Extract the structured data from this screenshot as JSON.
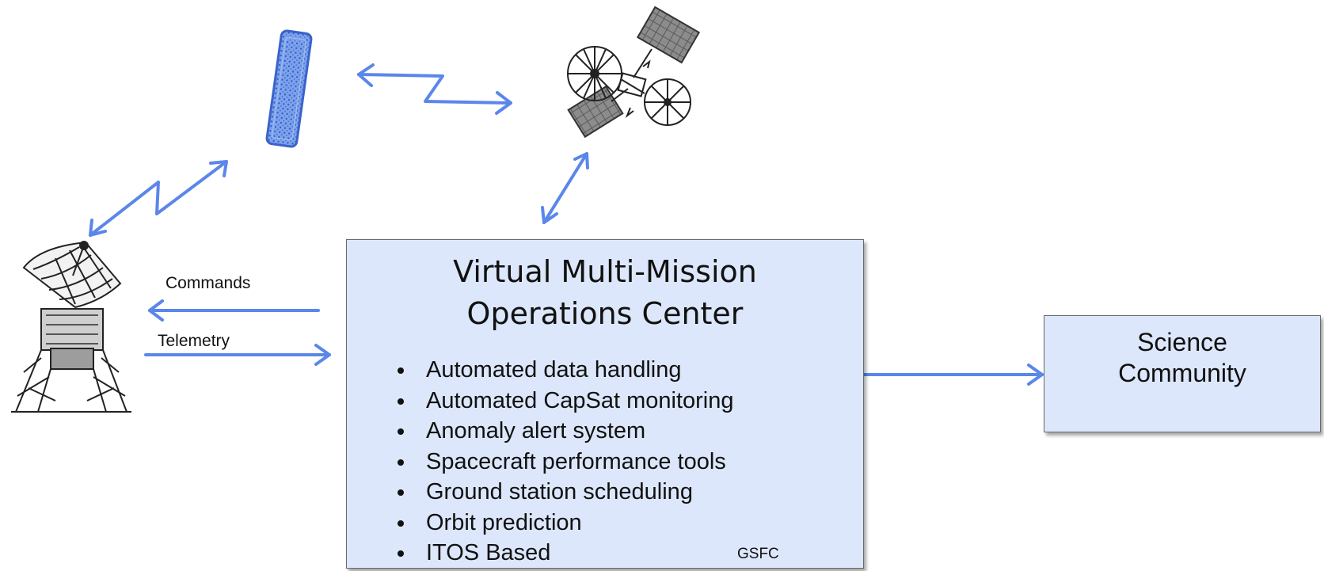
{
  "vmoc": {
    "title_line1": "Virtual Multi-Mission",
    "title_line2": "Operations Center",
    "features": [
      "Automated data handling",
      "Automated CapSat monitoring",
      "Anomaly alert system",
      "Spacecraft performance tools",
      "Ground station scheduling",
      "Orbit prediction",
      "ITOS Based"
    ],
    "credit": "GSFC"
  },
  "science": {
    "line1": "Science",
    "line2": "Community"
  },
  "links": {
    "commands": "Commands",
    "telemetry": "Telemetry"
  },
  "icons": {
    "relay_satellite": "relay-satellite-icon",
    "spacecraft": "spacecraft-icon",
    "ground_antenna": "ground-antenna-icon"
  },
  "colors": {
    "arrow": "#5b86ea",
    "box_fill": "#dde7fb",
    "box_border": "#6a6a6a"
  }
}
